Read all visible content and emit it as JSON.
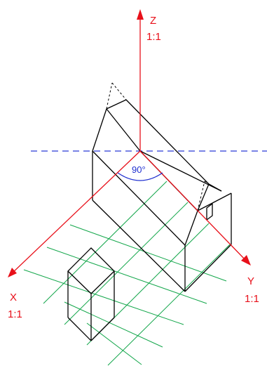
{
  "axes": {
    "z": {
      "name": "Z",
      "scale": "1:1"
    },
    "x": {
      "name": "X",
      "scale": "1:1"
    },
    "y": {
      "name": "Y",
      "scale": "1:1"
    }
  },
  "angle_label": "90°",
  "colors": {
    "axis": "#e8101a",
    "grid": "#12a64a",
    "horizon": "#2b3bd6",
    "angle": "#1e2fd0",
    "outline": "#000000"
  }
}
